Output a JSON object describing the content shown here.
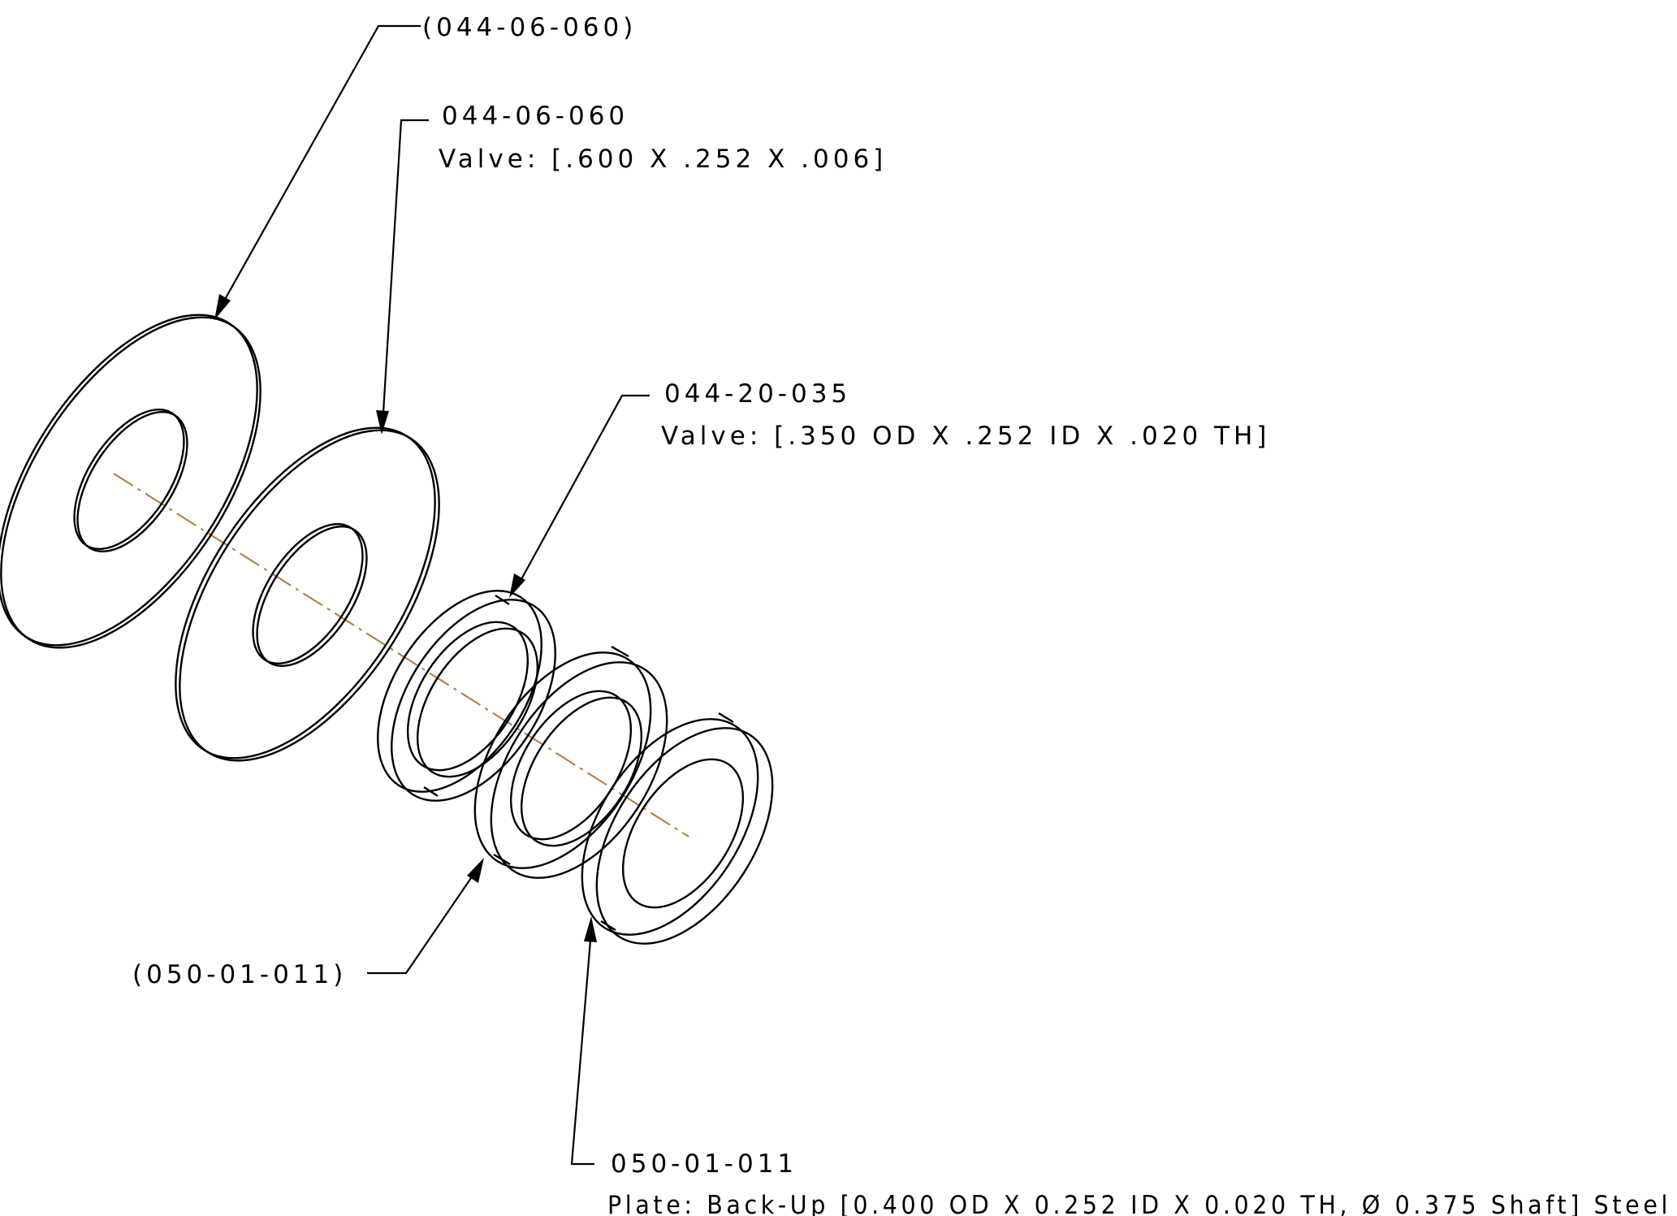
{
  "colors": {
    "line": "#000000",
    "axis": "#b07a3a",
    "background": "#ffffff"
  },
  "callouts": {
    "ref_valve_large": "(044-06-060)",
    "valve_large_part": "044-06-060",
    "valve_large_desc": "Valve: [.600 X .252 X .006]",
    "valve_small_part": "044-20-035",
    "valve_small_desc": "Valve: [.350 OD X .252 ID X .020 TH]",
    "ref_backup_plate": "(050-01-011)",
    "backup_plate_part": "050-01-011",
    "backup_plate_desc": "Plate: Back-Up [0.400 OD X 0.252 ID X 0.020 TH, Ø 0.375 Shaft] Steel"
  }
}
